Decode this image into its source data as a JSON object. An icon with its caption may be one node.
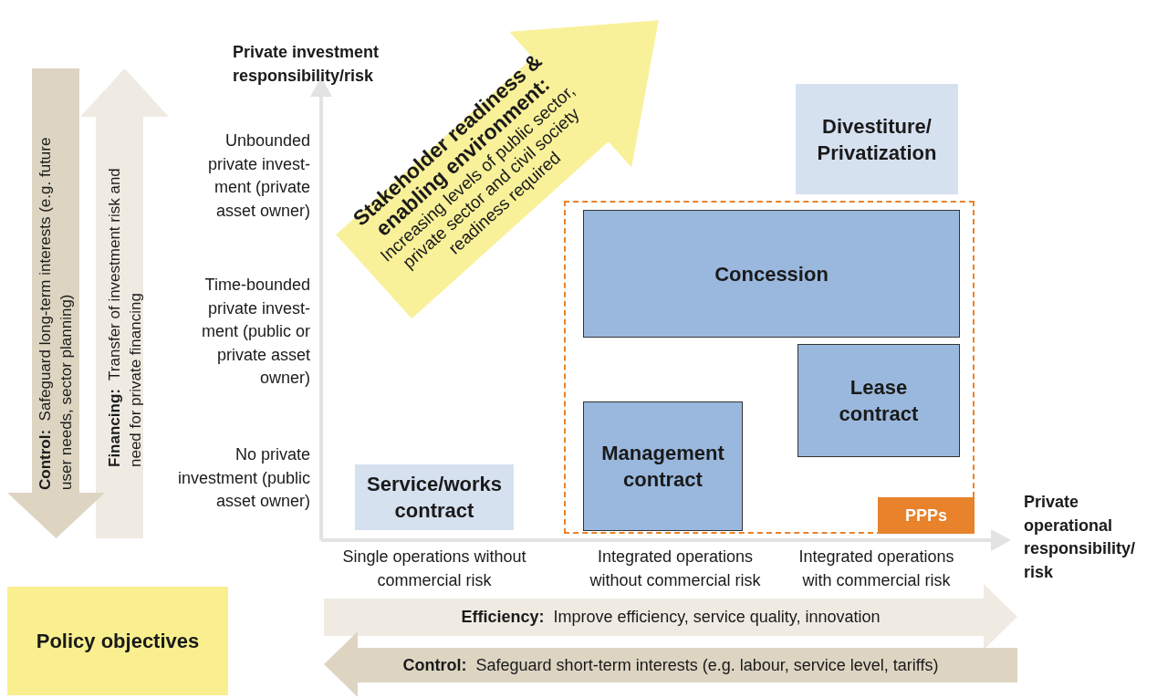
{
  "diagram": {
    "nodes": [
      {
        "text": [
          "Stakeholder readiness & enabling environment:",
          "Increasing levels of public sector, private sector and civil society readiness required"
        ]
      },
      {
        "text": [
          "Control:",
          "Safeguard long-term interests (e.g. future user needs, sector planning)"
        ]
      },
      {
        "text": [
          "Financing:",
          "Transfer of investment risk and need for private financing"
        ]
      },
      {
        "text": [
          "Divestiture/ Privatization"
        ]
      },
      {
        "text": [],
        "shape": "box"
      },
      {
        "text": [
          "Concession"
        ],
        "in": 4
      },
      {
        "text": [
          "Lease contract"
        ],
        "in": 4
      },
      {
        "text": [
          "Management contract"
        ],
        "in": 4
      },
      {
        "text": [
          "PPPs"
        ],
        "in": 4
      },
      {
        "text": [
          "Service/works contract"
        ]
      },
      {
        "text": [
          "Policy objectives"
        ]
      },
      {
        "text": [
          "Efficiency:",
          "Improve efficiency, service quality, innovation"
        ]
      },
      {
        "text": [
          "Control:",
          "Safeguard short-term interests (e.g. labour, service level, tariffs)"
        ]
      }
    ],
    "edges": [],
    "labels": [
      "Private investment responsibility/risk",
      "Unbounded private invest-ment (private asset owner)",
      "Time-bounded private invest-ment (public or private asset owner)",
      "No private investment (public asset owner)",
      "Single operations without commercial risk",
      "Integrated operations without commercial risk",
      "Integrated operations with commercial risk",
      "Private operational responsibility/ risk"
    ]
  }
}
